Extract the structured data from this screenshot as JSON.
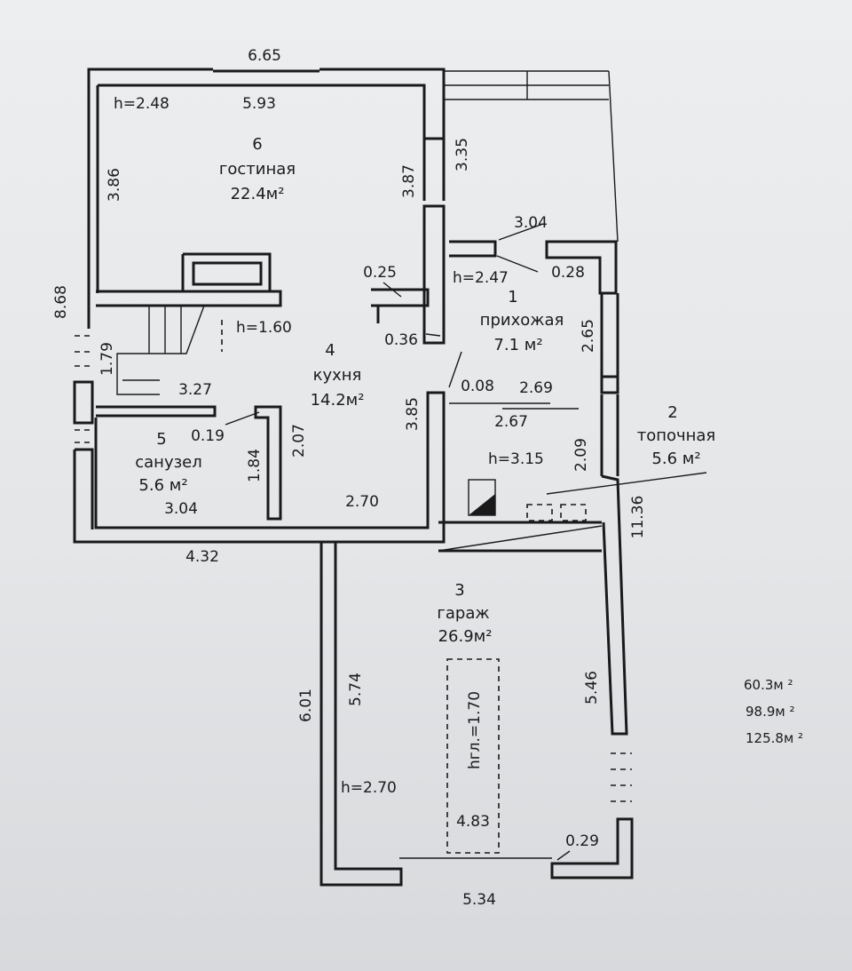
{
  "rooms": {
    "living": {
      "number": "6",
      "name": "гостиная",
      "area": "22.4м²",
      "height": "h=2.48"
    },
    "hall": {
      "number": "1",
      "name": "прихожая",
      "area": "7.1 м²",
      "height": "h=2.47"
    },
    "boiler": {
      "number": "2",
      "name": "топочная",
      "area": "5.6 м²",
      "height": "h=3.15"
    },
    "kitchen": {
      "number": "4",
      "name": "кухня",
      "area": "14.2м²",
      "height": "h=1.60"
    },
    "bath": {
      "number": "5",
      "name": "санузел",
      "area": "5.6 м²"
    },
    "garage": {
      "number": "3",
      "name": "гараж",
      "area": "26.9м²",
      "height": "h=2.70",
      "pit": "hгл.=1.70",
      "pit_len": "4.83"
    }
  },
  "dims": {
    "top_outer": "6.65",
    "top_inner": "5.93",
    "left_living": "3.86",
    "living_right": "3.87",
    "right_top": "3.35",
    "hall_top": "3.04",
    "wall_028": "0.28",
    "wall_025": "0.25",
    "wall_036": "0.36",
    "hall_right": "2.65",
    "wall_008": "0.08",
    "hall_w1": "2.69",
    "hall_w2": "2.67",
    "boiler_h": "2.09",
    "total_right": "11.36",
    "total_left": "8.68",
    "stair": "1.79",
    "k_327": "3.27",
    "wall_019": "0.19",
    "kitchen_h": "2.07",
    "kitchen_w": "2.70",
    "wall_385": "3.85",
    "bath_h": "1.84",
    "bath_w": "3.04",
    "bottom_left": "4.32",
    "garage_outer": "6.01",
    "garage_inner": "5.74",
    "garage_right": "5.46",
    "wall_029": "0.29",
    "garage_w": "5.34"
  },
  "totals": [
    "60.3м ²",
    "98.9м ²",
    "125.8м ²"
  ]
}
